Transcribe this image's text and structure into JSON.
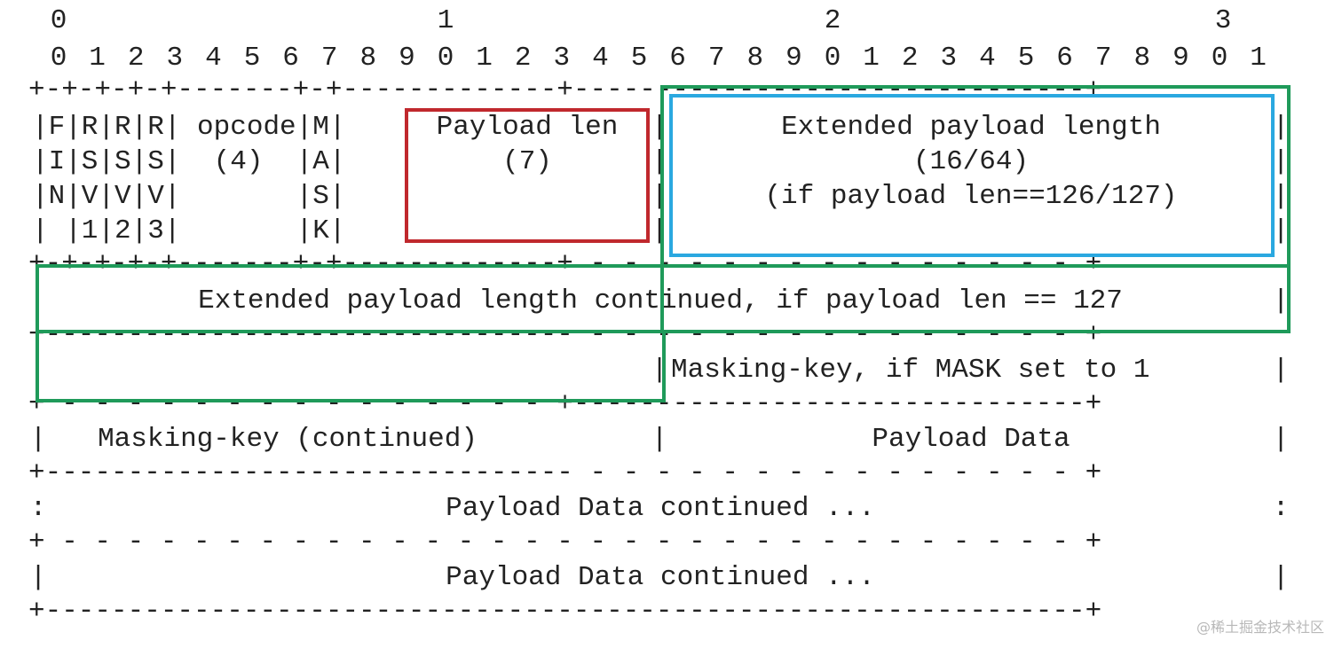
{
  "header": {
    "tens": [
      "0",
      "1",
      "2",
      "3"
    ],
    "ones": [
      "0",
      "1",
      "2",
      "3",
      "4",
      "5",
      "6",
      "7",
      "8",
      "9",
      "0",
      "1",
      "2",
      "3",
      "4",
      "5",
      "6",
      "7",
      "8",
      "9",
      "0",
      "1",
      "2",
      "3",
      "4",
      "5",
      "6",
      "7",
      "8",
      "9",
      "0",
      "1"
    ]
  },
  "separators": {
    "top": "+-+-+-+-+-------+-+-------------+-------------------------------+",
    "solid": "+-+-+-+-+-------+-+-------------+ - - - - - - - - - - - - - - - +",
    "dashed": "+ - - - - - - - - - - - - - - - +-------------------------------+",
    "mixed": "+-------------------------------- - - - - - - - - - - - - - - - +",
    "dashed_full": "+ - - - - - - - - - - - - - - - - - - - - - - - - - - - - - - - +",
    "bottom": "+---------------------------------------------------------------+"
  },
  "row1_lines": [
    "|F|R|R|R| opcode|M|",
    "|I|S|S|S|  (4)  |A|",
    "|N|V|V|V|       |S|",
    "| |1|2|3|       |K|"
  ],
  "fields": {
    "payload_len": [
      "Payload len",
      "(7)"
    ],
    "extended_payload_length": [
      "Extended payload length",
      "(16/64)",
      "(if payload len==126/127)"
    ],
    "extended_continued": "Extended payload length continued, if payload len == 127",
    "masking_key": "Masking-key, if MASK set to 1",
    "masking_key_continued": "Masking-key (continued)",
    "payload_data": "Payload Data",
    "payload_data_continued_1": "Payload Data continued ...",
    "payload_data_continued_2": "Payload Data continued ..."
  },
  "colors": {
    "red": "#c0282d",
    "blue": "#2aa8e0",
    "green": "#1f9a5a",
    "text": "#222222"
  },
  "watermark": "@稀土掘金技术社区"
}
